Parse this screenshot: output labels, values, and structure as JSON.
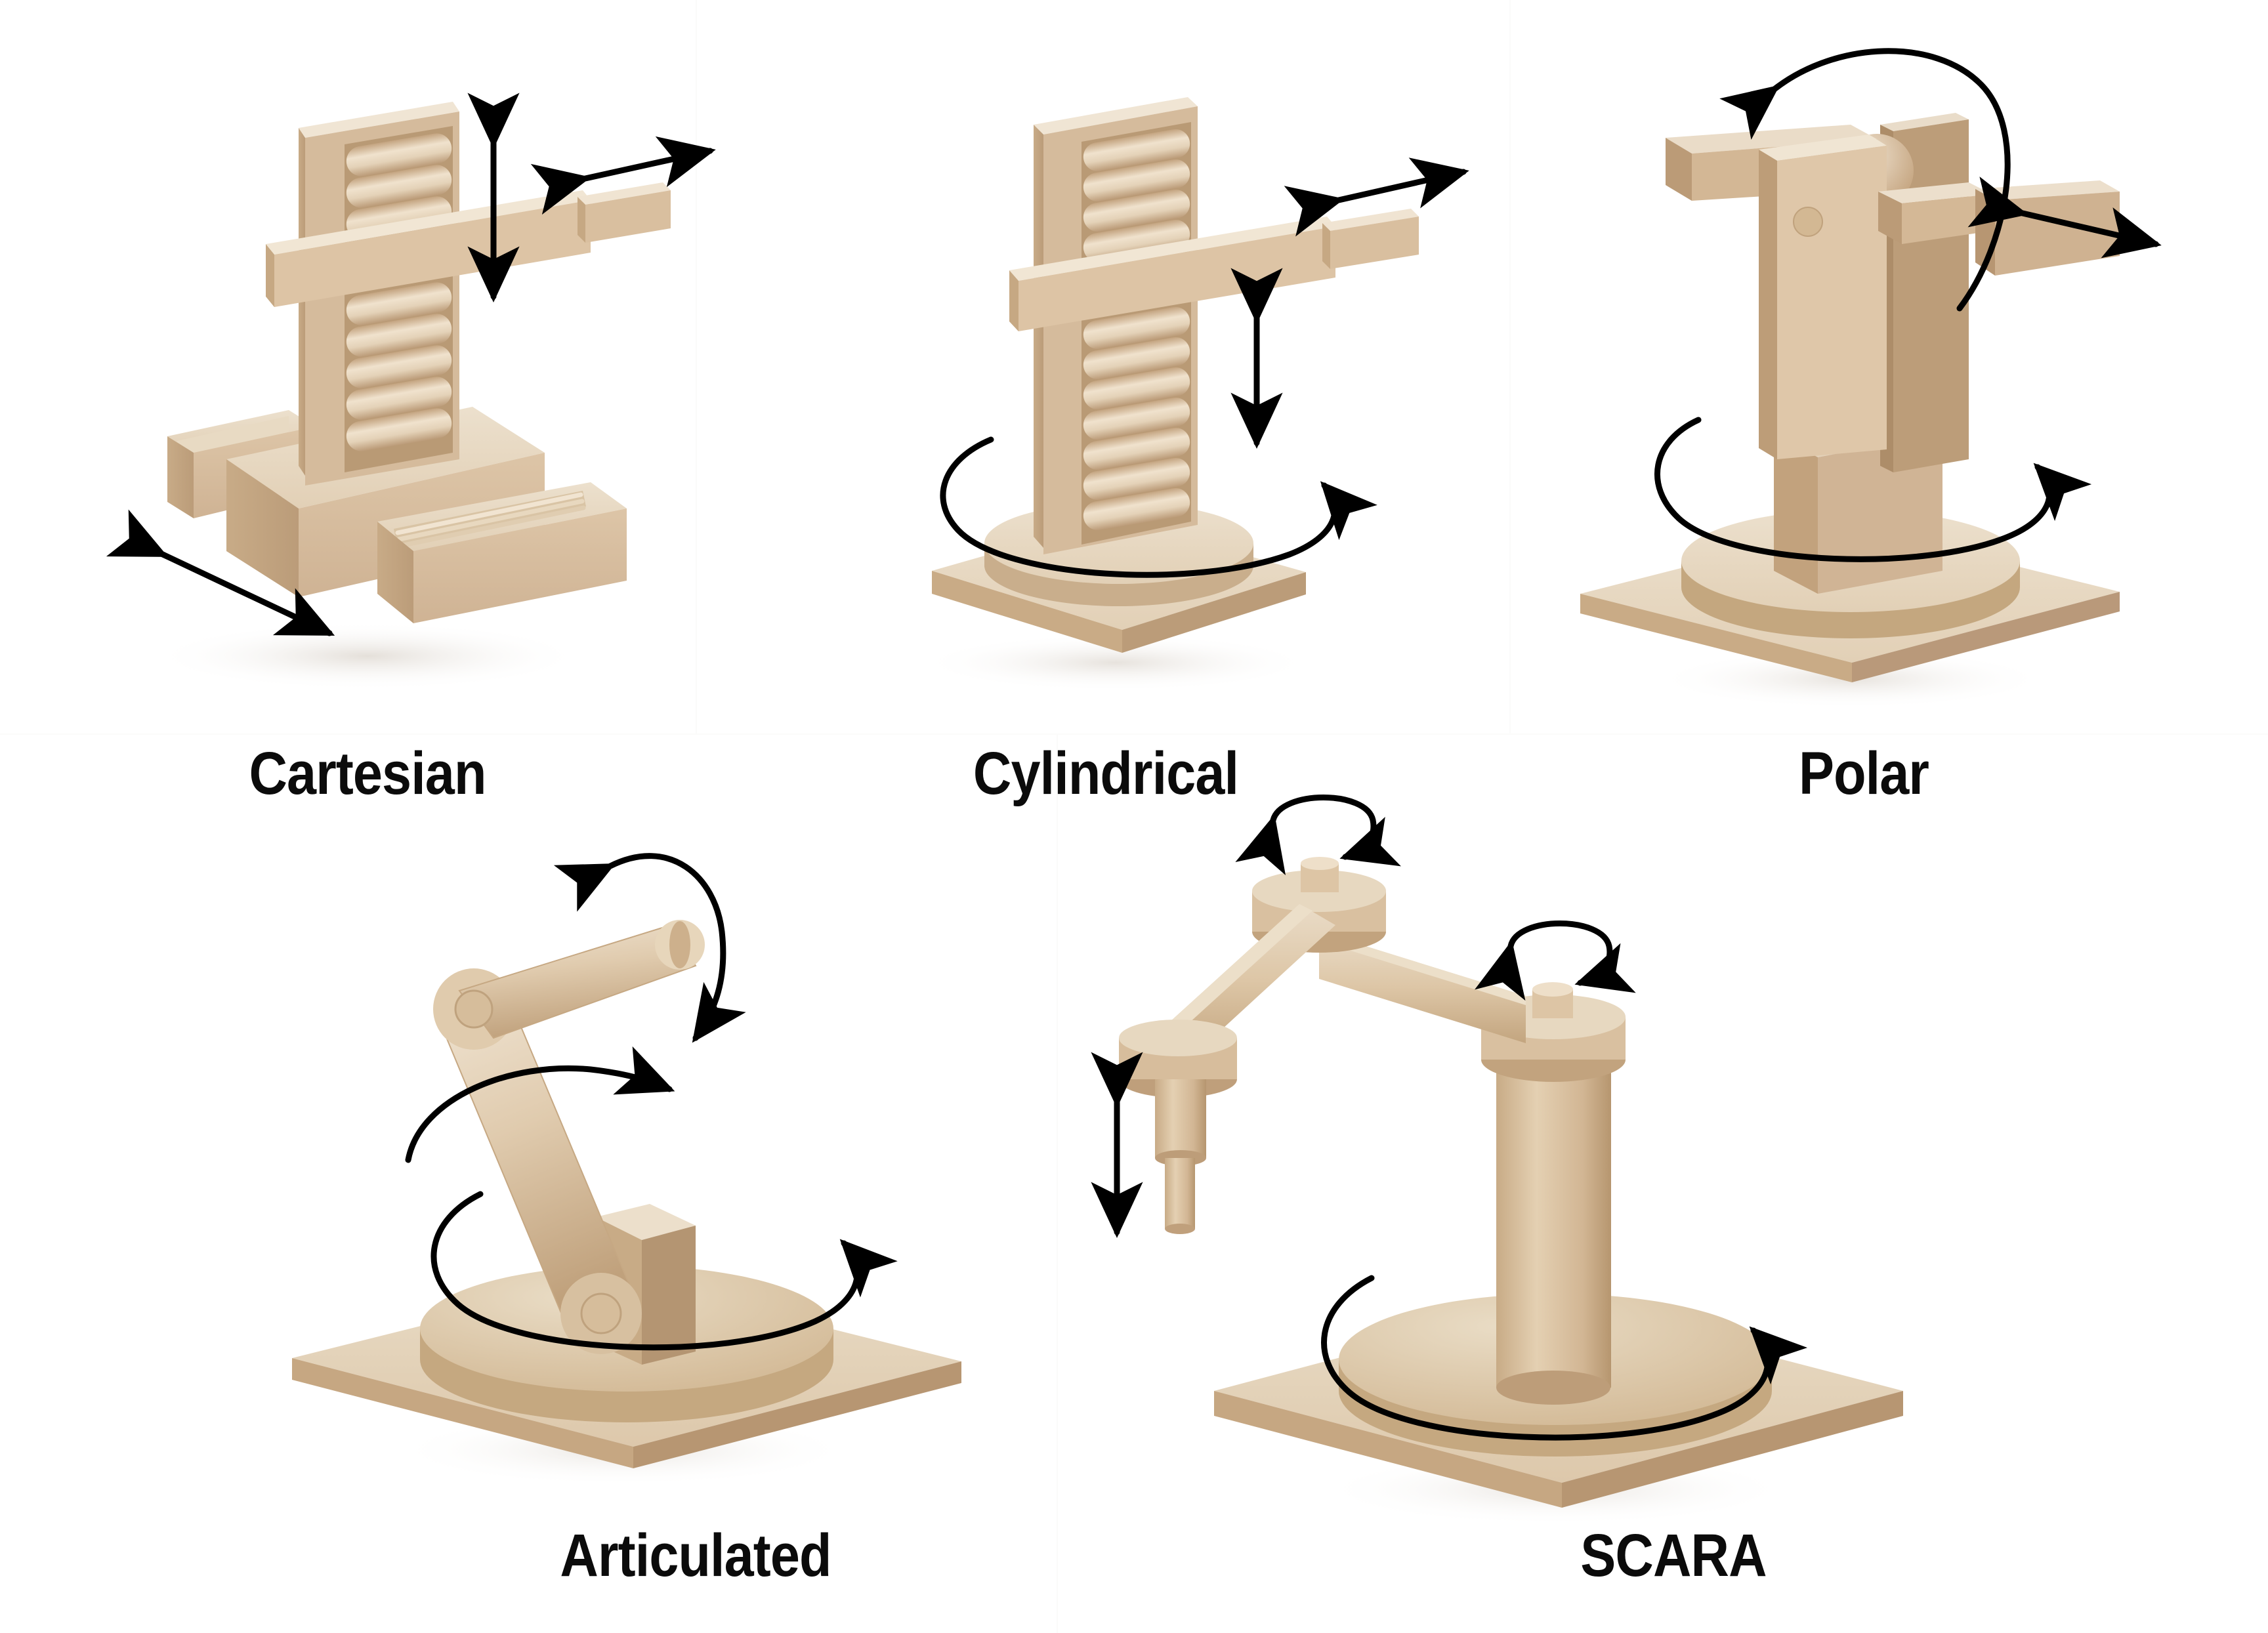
{
  "figure": {
    "title": "Robot arm configuration types",
    "background_color": "#ffffff",
    "arrow_color": "#000000",
    "label_color": "#0b0b0b",
    "material": {
      "top_face": "#e6d3ba",
      "front_face": "#d8bfa0",
      "side_face": "#c3a683",
      "dark_face": "#b08f6b",
      "shadow": "#ece4da",
      "highlight": "#efe1cd"
    }
  },
  "panels": [
    {
      "id": "cartesian",
      "label": "Cartesian",
      "row": 1,
      "column": 1,
      "joints": [
        "prismatic-x",
        "prismatic-y",
        "prismatic-z"
      ],
      "motions": [
        {
          "name": "vertical-linear-motion",
          "type": "linear",
          "direction": "up-down"
        },
        {
          "name": "horizontal-linear-motion",
          "type": "linear",
          "direction": "left-right"
        },
        {
          "name": "base-linear-motion",
          "type": "linear",
          "direction": "diagonal"
        }
      ]
    },
    {
      "id": "cylindrical",
      "label": "Cylindrical",
      "row": 1,
      "column": 2,
      "joints": [
        "revolute-base",
        "prismatic-z",
        "prismatic-r"
      ],
      "motions": [
        {
          "name": "vertical-linear-motion",
          "type": "linear",
          "direction": "up-down"
        },
        {
          "name": "horizontal-linear-motion",
          "type": "linear",
          "direction": "left-right"
        },
        {
          "name": "base-rotation-motion",
          "type": "rotary",
          "direction": "about-vertical-axis"
        }
      ]
    },
    {
      "id": "polar",
      "label": "Polar",
      "row": 1,
      "column": 3,
      "joints": [
        "revolute-base",
        "revolute-pitch",
        "prismatic-r"
      ],
      "motions": [
        {
          "name": "arm-linear-motion",
          "type": "linear",
          "direction": "left-right"
        },
        {
          "name": "pitch-rotation-motion",
          "type": "rotary",
          "direction": "about-horizontal-axis"
        },
        {
          "name": "base-rotation-motion",
          "type": "rotary",
          "direction": "about-vertical-axis"
        }
      ]
    },
    {
      "id": "articulated",
      "label": "Articulated",
      "row": 2,
      "column": 1,
      "joints": [
        "revolute-base",
        "revolute-shoulder",
        "revolute-elbow"
      ],
      "motions": [
        {
          "name": "elbow-rotation-motion",
          "type": "rotary",
          "direction": "about-elbow-joint"
        },
        {
          "name": "shoulder-rotation-motion",
          "type": "rotary",
          "direction": "about-shoulder-joint"
        },
        {
          "name": "base-rotation-motion",
          "type": "rotary",
          "direction": "about-vertical-axis"
        }
      ]
    },
    {
      "id": "scara",
      "label": "SCARA",
      "row": 2,
      "column": 2,
      "joints": [
        "revolute-shoulder",
        "revolute-elbow",
        "prismatic-z"
      ],
      "motions": [
        {
          "name": "shoulder-rotation-motion",
          "type": "rotary",
          "direction": "about-vertical-axis"
        },
        {
          "name": "elbow-rotation-motion",
          "type": "rotary",
          "direction": "about-vertical-axis"
        },
        {
          "name": "tool-vertical-linear-motion",
          "type": "linear",
          "direction": "up-down"
        },
        {
          "name": "base-rotation-motion",
          "type": "rotary",
          "direction": "about-vertical-axis"
        }
      ]
    }
  ]
}
